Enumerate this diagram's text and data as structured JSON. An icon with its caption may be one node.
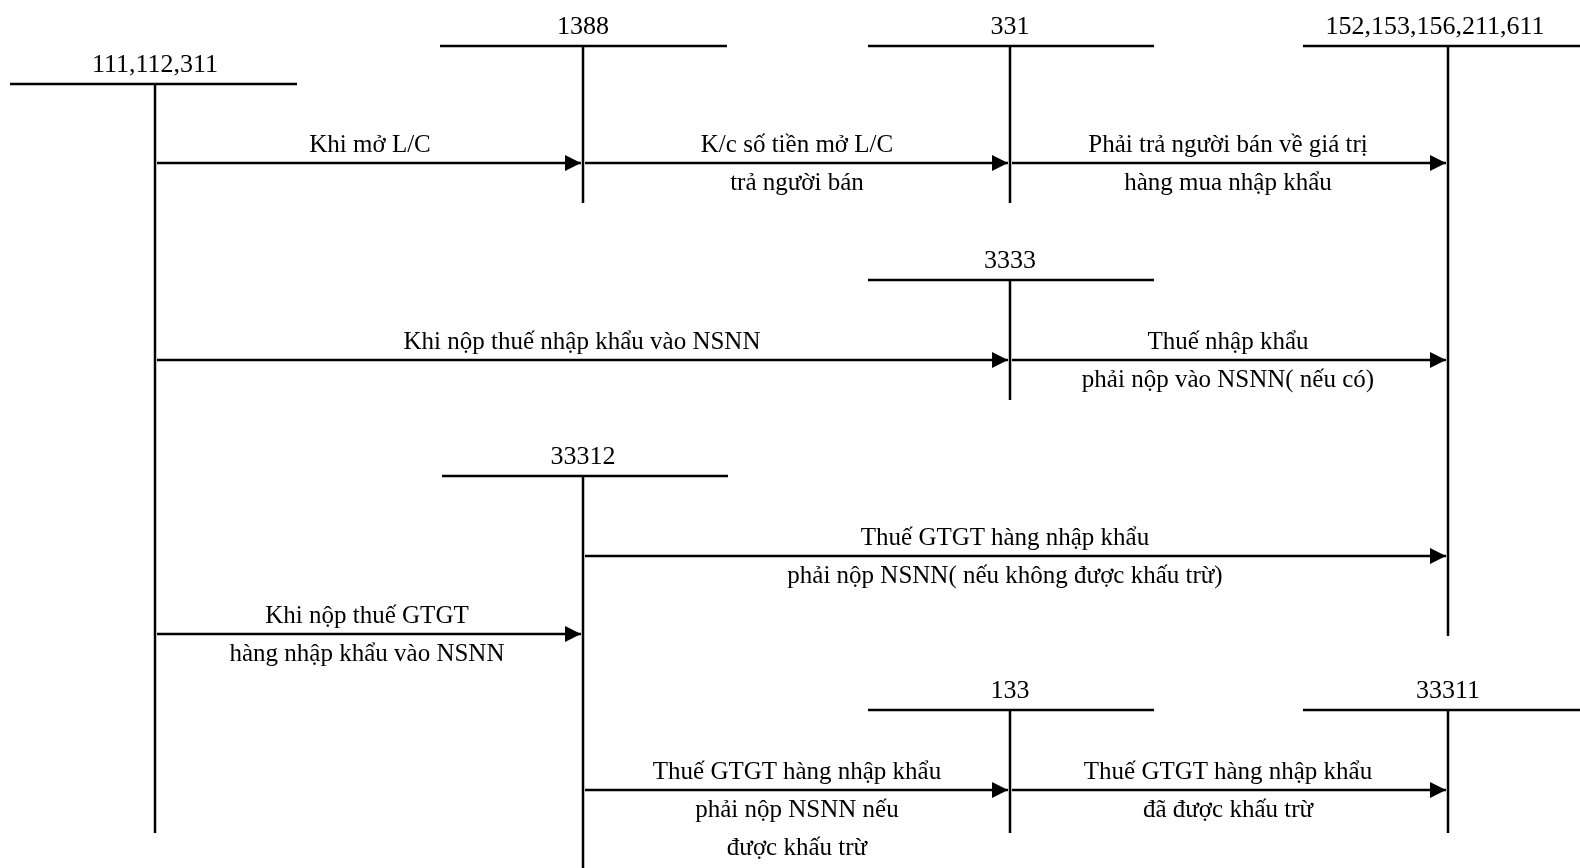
{
  "diagram": {
    "nodes": [
      {
        "text": [
          "111,112,311"
        ]
      },
      {
        "text": [
          "1388"
        ]
      },
      {
        "text": [
          "331"
        ]
      },
      {
        "text": [
          "152,153,156,211,611"
        ]
      },
      {
        "text": [
          "3333"
        ]
      },
      {
        "text": [
          "33312"
        ]
      },
      {
        "text": [
          "133"
        ]
      },
      {
        "text": [
          "33311"
        ]
      }
    ],
    "edges": [
      {
        "from": 0,
        "to": 1,
        "arrow": "to",
        "label": "Khi mở L/C"
      },
      {
        "from": 1,
        "to": 2,
        "arrow": "to",
        "label": "K/c số tiền mở L/C trả người bán"
      },
      {
        "from": 2,
        "to": 3,
        "arrow": "to",
        "label": "Phải trả người bán về giá trị hàng mua nhập khẩu"
      },
      {
        "from": 0,
        "to": 4,
        "arrow": "to",
        "label": "Khi nộp thuế nhập khẩu vào NSNN"
      },
      {
        "from": 4,
        "to": 3,
        "arrow": "to",
        "label": "Thuế nhập khẩu phải nộp vào NSNN( nếu có)"
      },
      {
        "from": 5,
        "to": 3,
        "arrow": "to",
        "label": "Thuế GTGT hàng nhập khẩu phải nộp NSNN( nếu không được khấu trừ)"
      },
      {
        "from": 0,
        "to": 5,
        "arrow": "to",
        "label": "Khi nộp thuế GTGT hàng nhập khẩu vào NSNN"
      },
      {
        "from": 5,
        "to": 6,
        "arrow": "to",
        "label": "Thuế GTGT hàng nhập khẩu phải nộp NSNN nếu được khấu trừ"
      },
      {
        "from": 6,
        "to": 7,
        "arrow": "to",
        "label": "Thuế GTGT hàng nhập khẩu đã được khấu trừ"
      }
    ]
  }
}
